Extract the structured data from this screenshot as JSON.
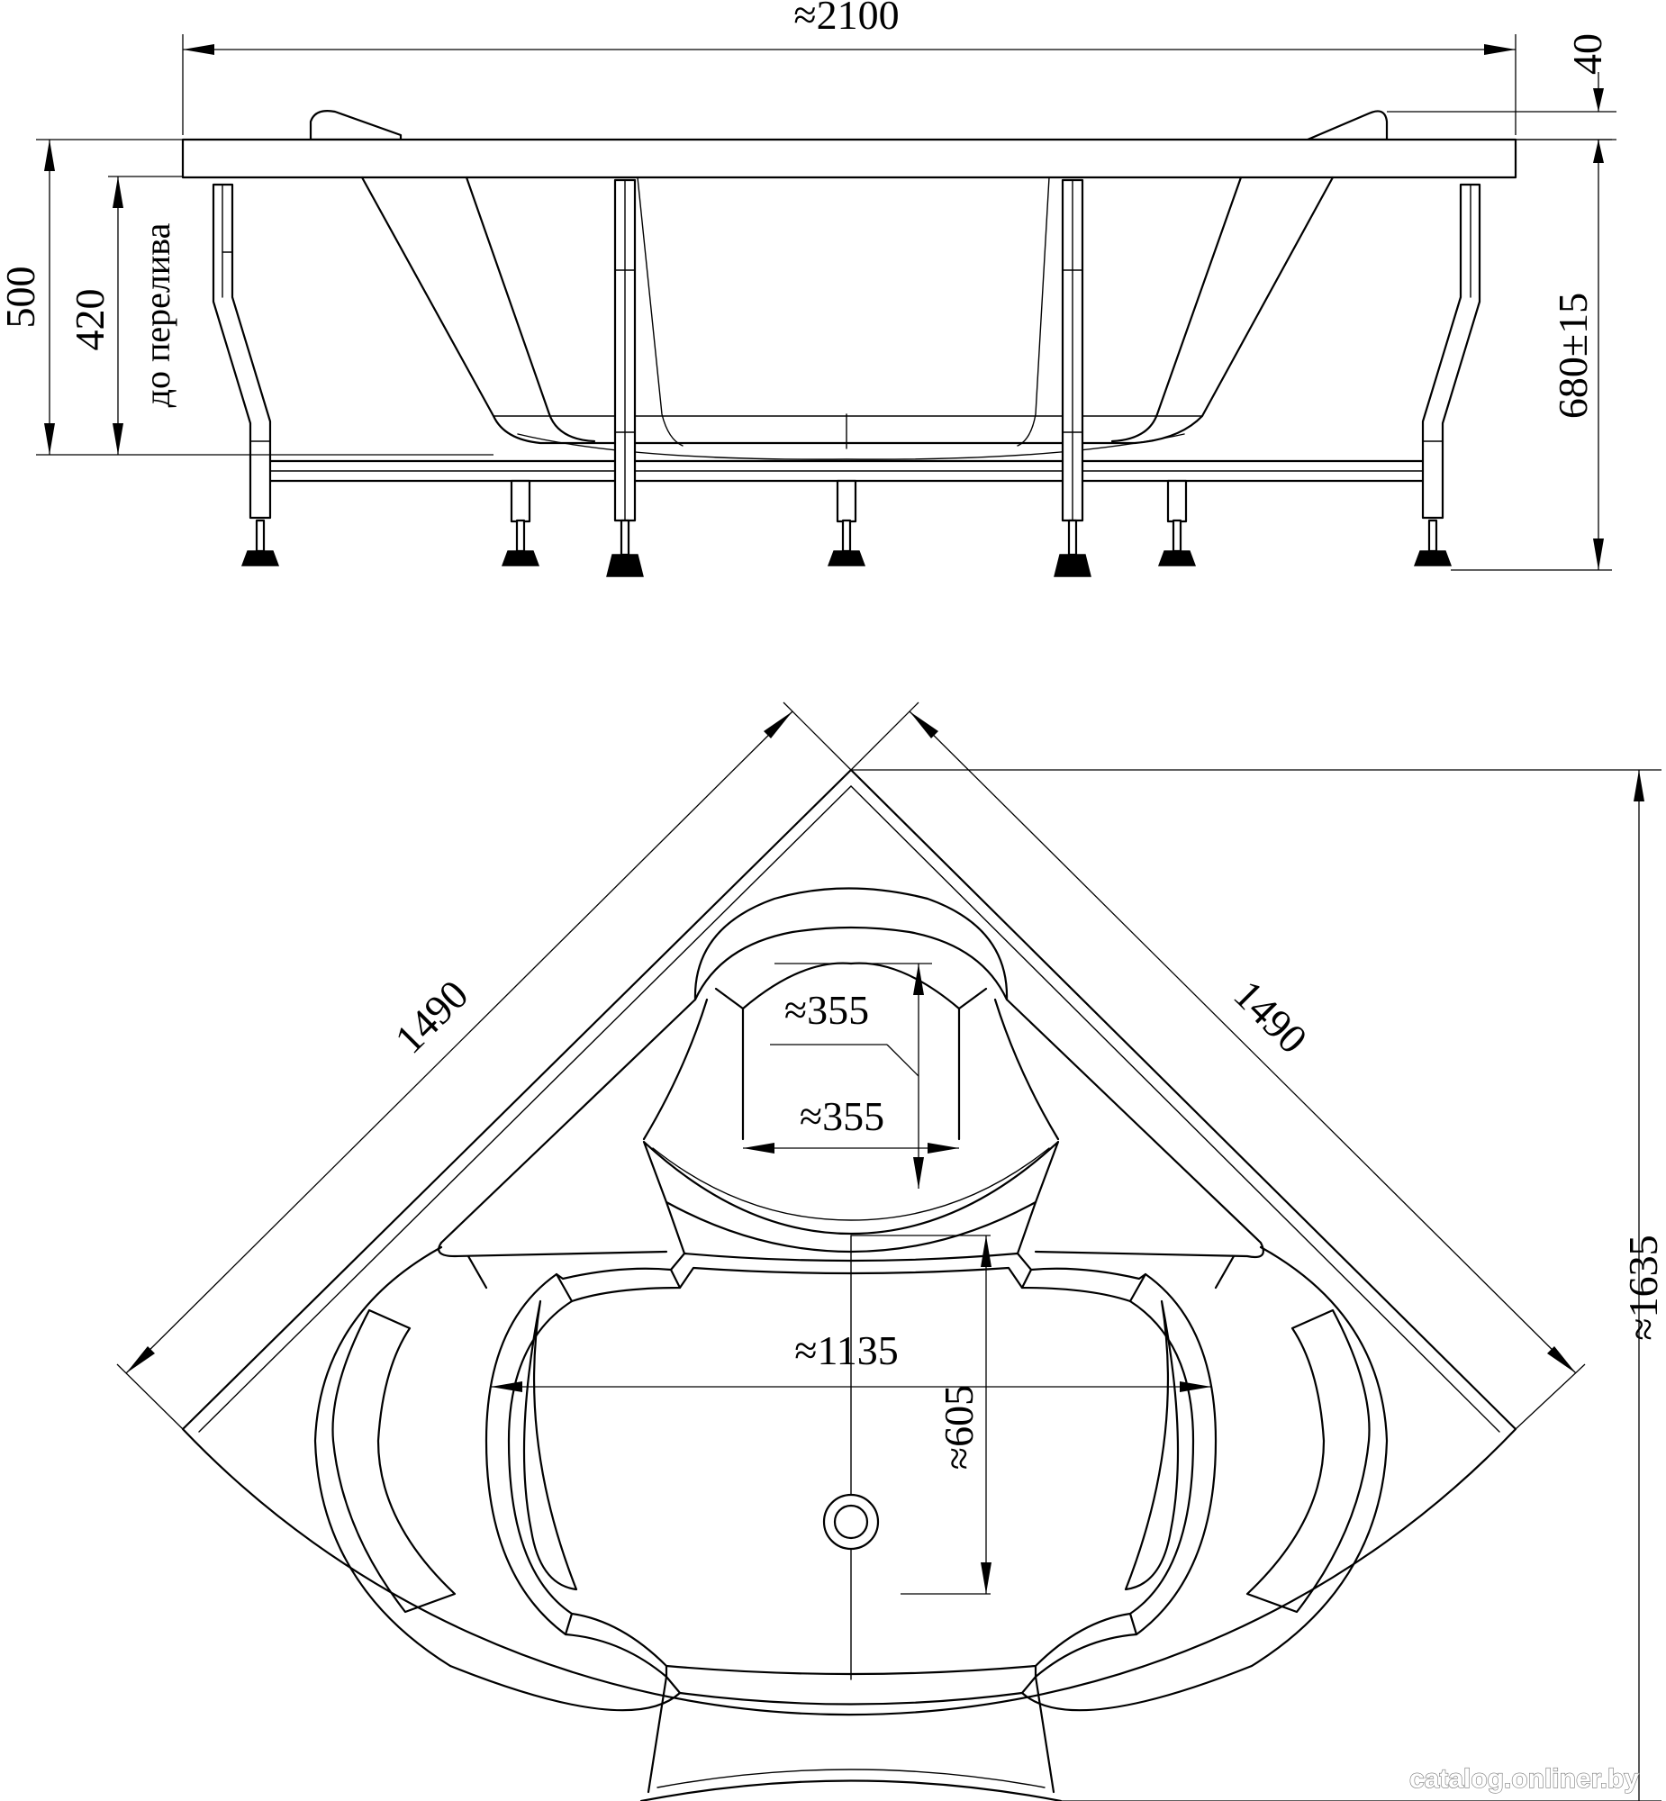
{
  "side_view": {
    "width_label": "≈2100",
    "rim_label": "40",
    "height_label": "500",
    "overflow_label": "420",
    "overflow_note": "до перелива",
    "total_height_label": "680±15"
  },
  "top_view": {
    "side_left_label": "1490",
    "side_right_label": "1490",
    "diagonal_label": "≈1635",
    "headrest_width_label": "≈355",
    "headrest_depth_label": "≈355",
    "basin_width_label": "≈1135",
    "basin_depth_label": "≈605"
  },
  "watermark": "catalog.onliner.by"
}
